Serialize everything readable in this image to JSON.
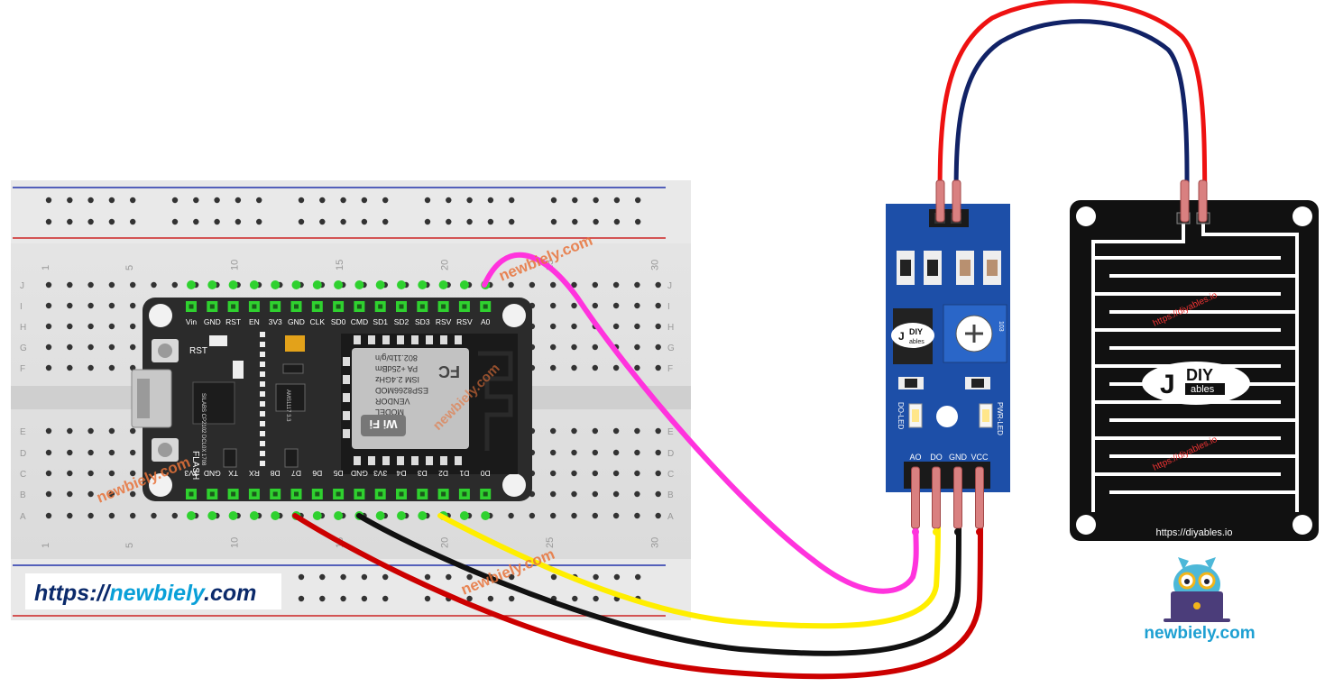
{
  "watermarks": {
    "url_box": "https://newbiely.com",
    "url_prefix": "https://",
    "url_brand": "newbiely",
    "url_suffix": ".com",
    "diagonal": "newbiely.com",
    "mascot_caption": "newbiely.com"
  },
  "breadboard": {
    "column_numbers": [
      "1",
      "5",
      "10",
      "15",
      "20",
      "25",
      "30"
    ],
    "row_letters_top": [
      "J",
      "I",
      "H",
      "G",
      "F"
    ],
    "row_letters_bottom": [
      "E",
      "D",
      "C",
      "B",
      "A"
    ]
  },
  "nodemcu": {
    "top_pins": [
      "Vin",
      "GND",
      "RST",
      "EN",
      "3V3",
      "GND",
      "CLK",
      "SD0",
      "CMD",
      "SD1",
      "SD2",
      "SD3",
      "RSV",
      "RSV",
      "A0"
    ],
    "bottom_pins": [
      "3V3",
      "GND",
      "TX",
      "RX",
      "D8",
      "D7",
      "D6",
      "D5",
      "GND",
      "3V3",
      "D4",
      "D3",
      "D2",
      "D1",
      "D0"
    ],
    "rst_label": "RST",
    "flash_label": "FLASH",
    "chip_label": "SILABS CP2102 DCL0X 1708",
    "module_text": [
      "MODEL",
      "VENDOR",
      "ESP8266MOD",
      "ISM 2.4GHz",
      "PA +25dBm",
      "802.11b/g/n"
    ],
    "wifi_text": "Wi Fi",
    "fc_text": "FC",
    "reg_text": "AMS1117 3.3"
  },
  "sensor_module": {
    "pins": [
      "AO",
      "DO",
      "GND",
      "VCC"
    ],
    "do_led": "DO-LED",
    "pwr_led": "PWR-LED",
    "logo_diy": "DIY",
    "logo_ables": "ables",
    "pot_text": "103"
  },
  "rain_board": {
    "logo_diy": "DIY",
    "logo_ables": "ables",
    "url_watermark": "https://diyables.io",
    "bottom_label": "https://diyables.io"
  },
  "wire_colors": {
    "ao": "#ff33dd",
    "do": "#ffee00",
    "gnd": "#111111",
    "vcc": "#cc0000",
    "probe_red": "#ee1111",
    "probe_blue": "#112266"
  }
}
